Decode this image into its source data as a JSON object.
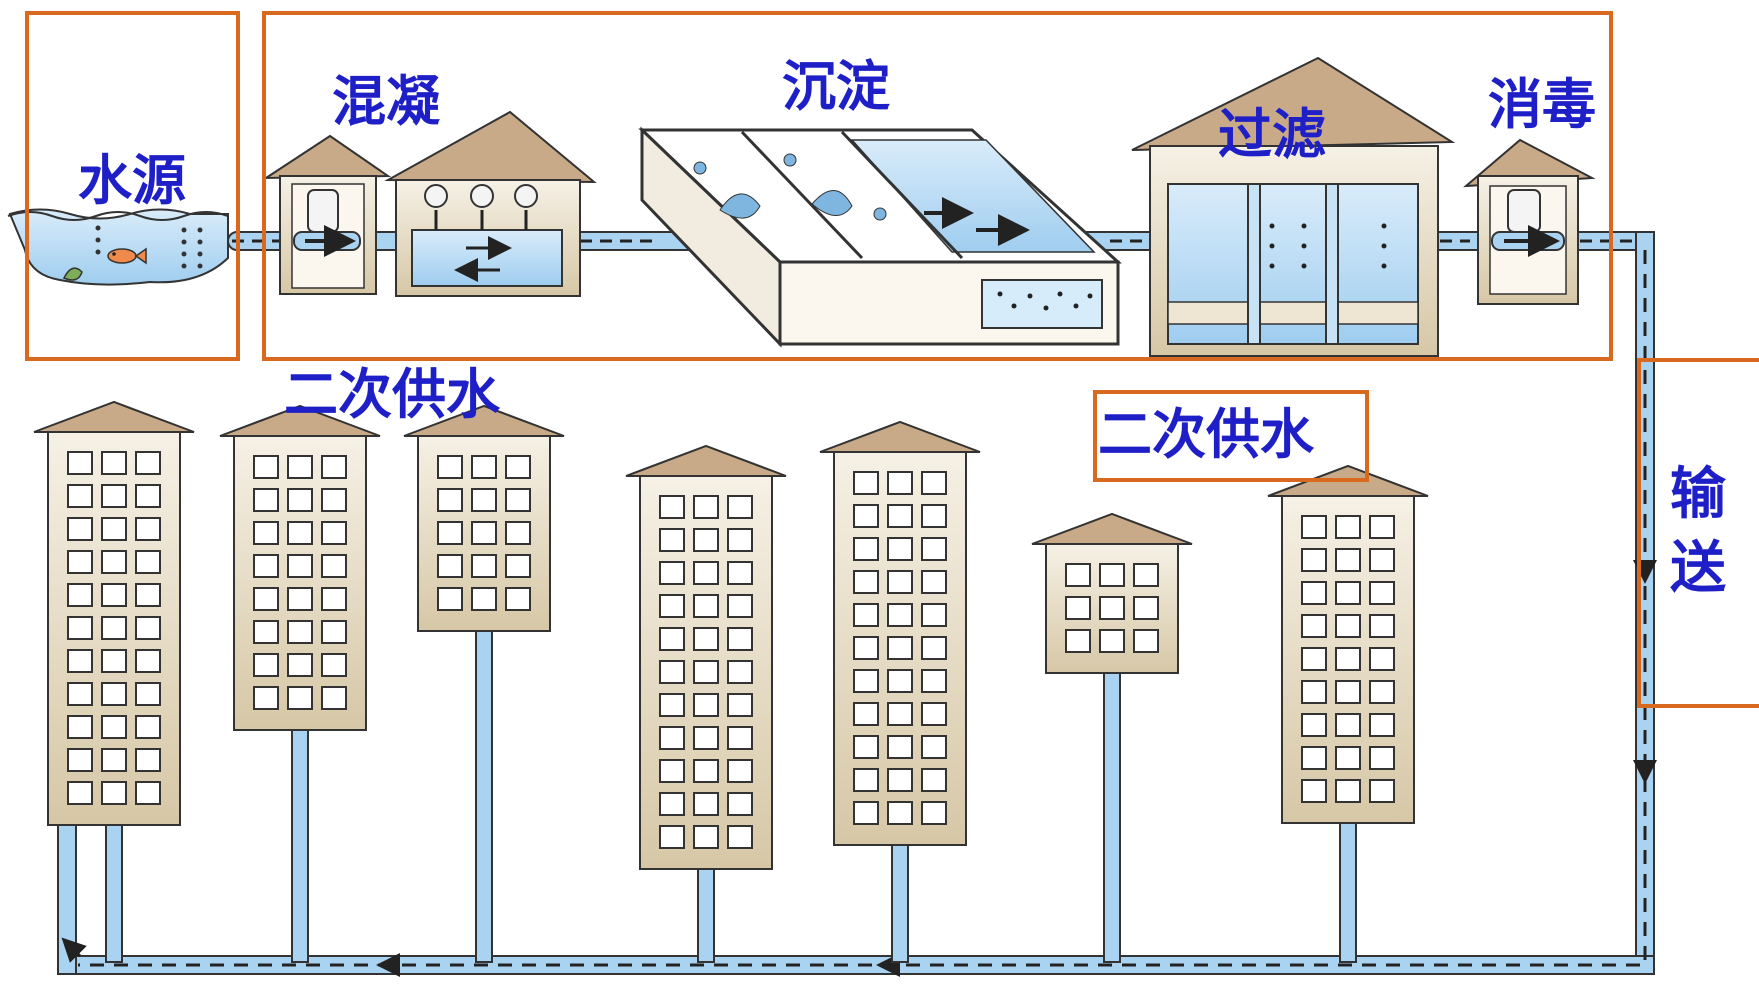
{
  "labels": {
    "source": "水源",
    "coagulation": "混凝",
    "sedimentation": "沉淀",
    "filtration": "过滤",
    "disinfection": "消毒",
    "secondary_supply_left": "二次供水",
    "secondary_supply_right": "二次供水",
    "transport": "输送"
  },
  "colors": {
    "label_text": "#1f1fc8",
    "highlight_box": "#d9691f",
    "pipe_water": "#a9d3f0",
    "building_wall": "#e6dcc6",
    "building_roof": "#c8aa88",
    "outline": "#333333"
  },
  "buildings": [
    {
      "name": "building-1",
      "floors": 11
    },
    {
      "name": "building-2",
      "floors": 8
    },
    {
      "name": "building-3",
      "floors": 5
    },
    {
      "name": "building-4",
      "floors": 11
    },
    {
      "name": "building-5",
      "floors": 11
    },
    {
      "name": "building-6",
      "floors": 3
    },
    {
      "name": "building-7",
      "floors": 9
    }
  ]
}
